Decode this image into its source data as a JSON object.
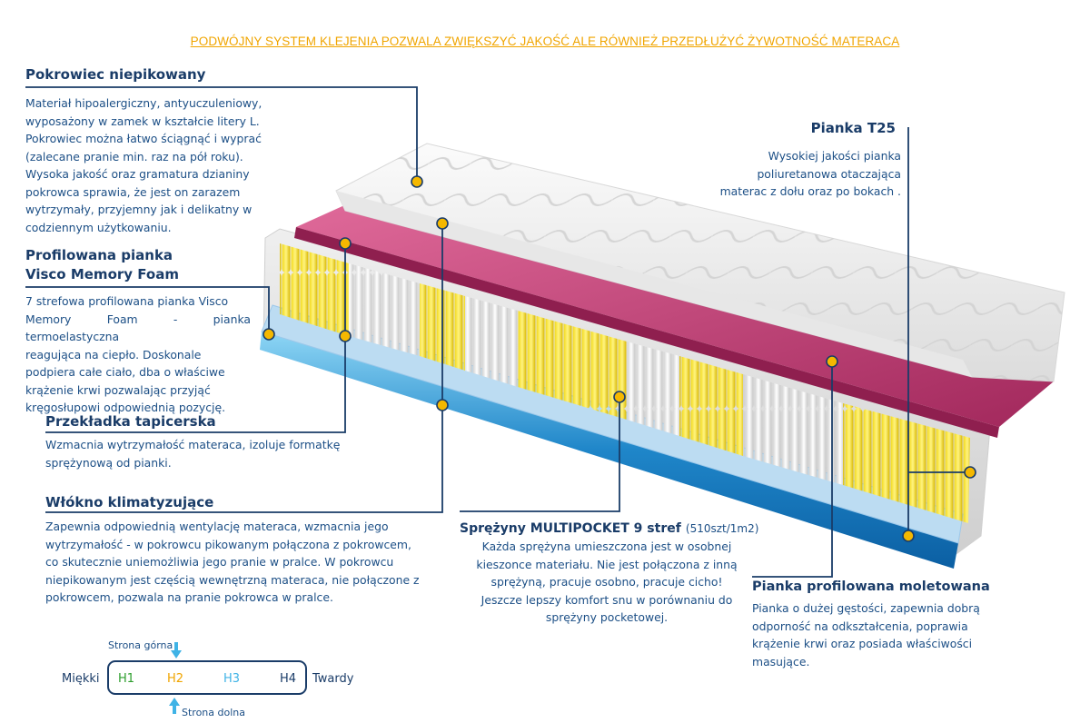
{
  "headline": "PODWÓJNY SYSTEM KLEJENIA POZWALA ZWIĘKSZYĆ JAKOŚĆ ALE RÓWNIEŻ PRZEDŁUŻYĆ ŻYWOTNOŚĆ MATERACA",
  "colors": {
    "accent": "#f0a500",
    "text": "#1c4f86",
    "heading": "#1a3c68",
    "line": "#1a3c68",
    "marker": "#f5b800",
    "h1": "#2e9e2e",
    "h2": "#f0a500",
    "h3": "#3fb3e6",
    "h4": "#1a3c68"
  },
  "sections": {
    "pokrowiec": {
      "title": "Pokrowiec  niepikowany",
      "lines": [
        "Materiał hipoalergiczny, antyuczuleniowy,",
        "wyposażony w zamek w kształcie litery L.",
        "Pokrowiec można łatwo ściągnąć i wyprać",
        "(zalecane pranie min.  raz na pół roku).",
        "Wysoka jakość oraz gramatura dzianiny",
        "pokrowca sprawia, że jest on zarazem",
        "wytrzymały, przyjemny jak i delikatny w",
        "codziennym użytkowaniu."
      ]
    },
    "visco": {
      "title_line1": "Profilowana pianka",
      "title_line2": "Visco Memory Foam",
      "lines": [
        "7 strefowa profilowana pianka Visco",
        "Memory Foam - pianka termoelastyczna",
        "reagująca na ciepło.   Doskonale",
        "podpiera całe ciało, dba o właściwe",
        "krążenie krwi pozwalając przyjąć",
        "kręgosłupowi odpowiednią pozycję."
      ]
    },
    "przekladka": {
      "title": "Przekładka tapicerska",
      "lines": [
        "Wzmacnia wytrzymałość materaca, izoluje formatkę",
        "sprężynową od pianki."
      ]
    },
    "wlokno": {
      "title": "Włókno klimatyzujące",
      "lines": [
        "Zapewnia odpowiednią wentylację materaca, wzmacnia jego",
        "wytrzymałość - w pokrowcu pikowanym połączona z pokrowcem,",
        "co skutecznie uniemożliwia jego pranie w pralce. W pokrowcu",
        "niepikowanym jest częścią wewnętrzną materaca, nie połączone z",
        "pokrowcem, pozwala na pranie pokrowca w pralce."
      ]
    },
    "pianka_t25": {
      "title": "Pianka T25",
      "lines": [
        "Wysokiej jakości pianka",
        "poliuretanowa otaczająca",
        "materac z dołu oraz po bokach ."
      ]
    },
    "sprezyny": {
      "title": "Sprężyny MULTIPOCKET 9 stref",
      "title_note": "(510szt/1m2)",
      "lines": [
        "Każda sprężyna umieszczona jest w osobnej",
        "kieszonce materiału. Nie jest połączona z inną",
        "sprężyną, pracuje osobno, pracuje cicho!",
        "Jeszcze lepszy komfort snu w porównaniu do",
        "sprężyny pocketowej."
      ]
    },
    "moletowana": {
      "title": "Pianka profilowana moletowana",
      "lines": [
        "Pianka o dużej gęstości, zapewnia dobrą",
        "odporność na odkształcenia, poprawia",
        "krążenie krwi oraz posiada właściwości",
        "masujące."
      ]
    }
  },
  "hardness": {
    "top_label": "Strona górna",
    "bottom_label": "Strona dolna",
    "left_label": "Miękki",
    "right_label": "Twardy",
    "levels": [
      "H1",
      "H2",
      "H3",
      "H4"
    ]
  }
}
